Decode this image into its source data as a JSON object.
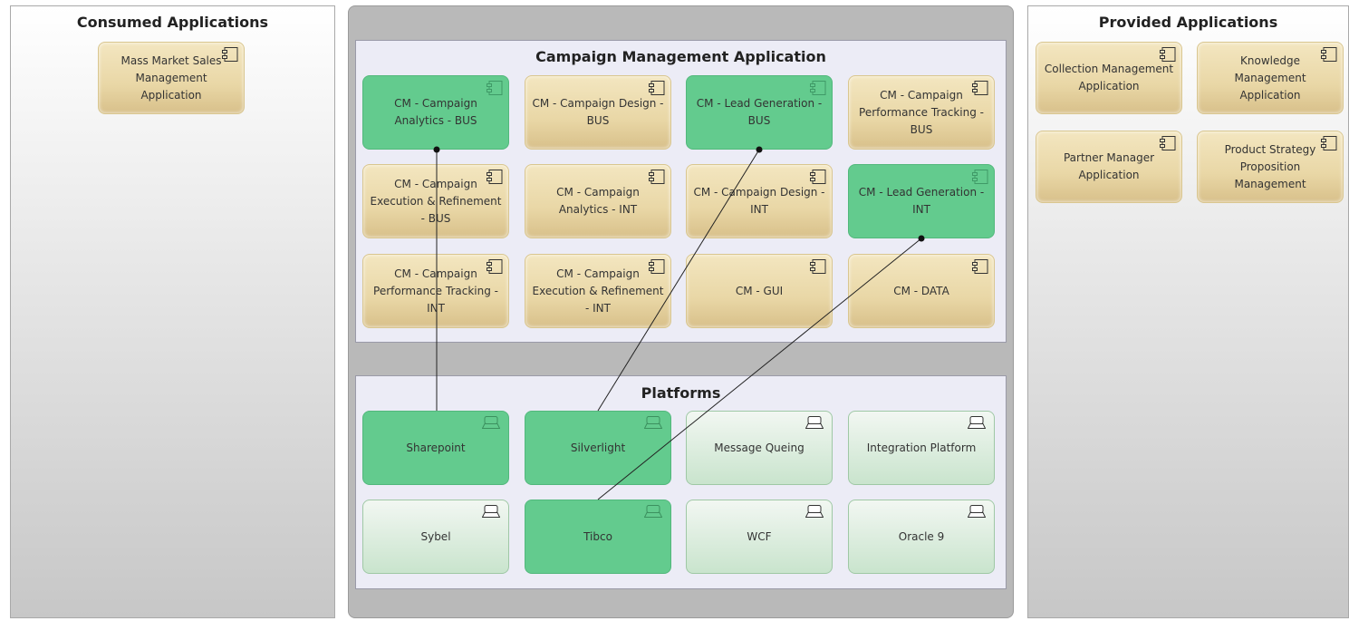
{
  "consumed": {
    "title": "Consumed Applications",
    "items": [
      {
        "label": "Mass Market Sales Management Application"
      }
    ]
  },
  "provided": {
    "title": "Provided Applications",
    "items": [
      {
        "label": "Collection Management Application"
      },
      {
        "label": "Knowledge Management Application"
      },
      {
        "label": "Partner Manager Application"
      },
      {
        "label": "Product Strategy Proposition Management"
      }
    ]
  },
  "campaign": {
    "title": "Campaign Management Application",
    "components": [
      {
        "label": "CM - Campaign Analytics - BUS",
        "highlighted": true
      },
      {
        "label": "CM - Campaign Design - BUS",
        "highlighted": false
      },
      {
        "label": "CM - Lead Generation - BUS",
        "highlighted": true
      },
      {
        "label": "CM - Campaign Performance Tracking - BUS",
        "highlighted": false
      },
      {
        "label": "CM - Campaign Execution & Refinement - BUS",
        "highlighted": false
      },
      {
        "label": "CM - Campaign Analytics - INT",
        "highlighted": false
      },
      {
        "label": "CM - Campaign Design - INT",
        "highlighted": false
      },
      {
        "label": "CM - Lead Generation - INT",
        "highlighted": true
      },
      {
        "label": "CM - Campaign Performance Tracking - INT",
        "highlighted": false
      },
      {
        "label": "CM - Campaign Execution & Refinement - INT",
        "highlighted": false
      },
      {
        "label": "CM - GUI",
        "highlighted": false
      },
      {
        "label": "CM - DATA",
        "highlighted": false
      }
    ]
  },
  "platforms": {
    "title": "Platforms",
    "items": [
      {
        "label": "Sharepoint",
        "highlighted": true
      },
      {
        "label": "Silverlight",
        "highlighted": true
      },
      {
        "label": "Message Queing",
        "highlighted": false
      },
      {
        "label": "Integration Platform",
        "highlighted": false
      },
      {
        "label": "Sybel",
        "highlighted": false
      },
      {
        "label": "Tibco",
        "highlighted": true
      },
      {
        "label": "WCF",
        "highlighted": false
      },
      {
        "label": "Oracle 9",
        "highlighted": false
      }
    ]
  },
  "connections": [
    {
      "from": "CM - Campaign Analytics - BUS",
      "to": "Sharepoint"
    },
    {
      "from": "CM - Lead Generation - BUS",
      "to": "Silverlight"
    },
    {
      "from": "CM - Lead Generation - INT",
      "to": "Tibco"
    }
  ],
  "colors": {
    "highlight": "#63cb8e",
    "application": "#e9d7a6",
    "platform": "#c9e4cd"
  }
}
